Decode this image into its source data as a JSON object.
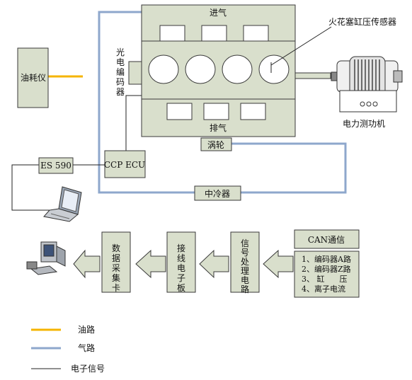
{
  "engine": {
    "intake_label": "进气",
    "exhaust_label": "排气",
    "encoder_label": [
      "光",
      "电",
      "编",
      "码",
      "器"
    ],
    "sensor_label": "火花塞缸压传感器"
  },
  "fuel_meter": {
    "label": "油耗仪"
  },
  "dynamometer": {
    "label": "电力测功机"
  },
  "turbo": {
    "label": "涡轮"
  },
  "intercooler": {
    "label": "中冷器"
  },
  "es590": {
    "label": "ES 590"
  },
  "ccp_ecu": {
    "label": "CCP ECU"
  },
  "pipeline": {
    "card": [
      "数",
      "据",
      "采",
      "集",
      "卡"
    ],
    "board": [
      "接",
      "线",
      "电",
      "子",
      "板"
    ],
    "processing": [
      "信",
      "号",
      "处",
      "理",
      "电",
      "路"
    ],
    "can_title": "CAN通信",
    "can_items": [
      "1、编码器A路",
      "2、编码器Z路",
      "3、 缸      压",
      "4、离子电流"
    ]
  },
  "legend": {
    "oil": "油路",
    "air": "气路",
    "signal": "电子信号"
  },
  "colors": {
    "oil": "#f5b400",
    "air": "#8ea7cc",
    "box": "#d9dfcc"
  }
}
